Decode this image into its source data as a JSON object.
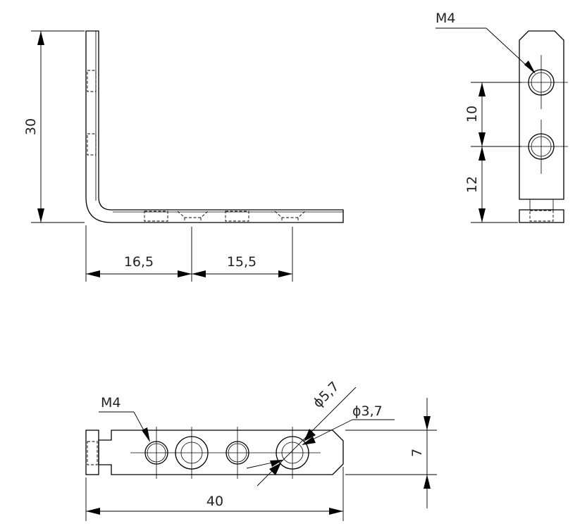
{
  "side_view": {
    "dim_height": "30",
    "dim_left": "16,5",
    "dim_right": "15,5"
  },
  "end_view": {
    "thread_label": "M4",
    "dim_spacing": "10",
    "dim_bottom": "12"
  },
  "top_view": {
    "thread_label": "M4",
    "dia_outer": "ϕ5,7",
    "dia_inner": "ϕ3,7",
    "dim_width": "7",
    "dim_length": "40"
  }
}
